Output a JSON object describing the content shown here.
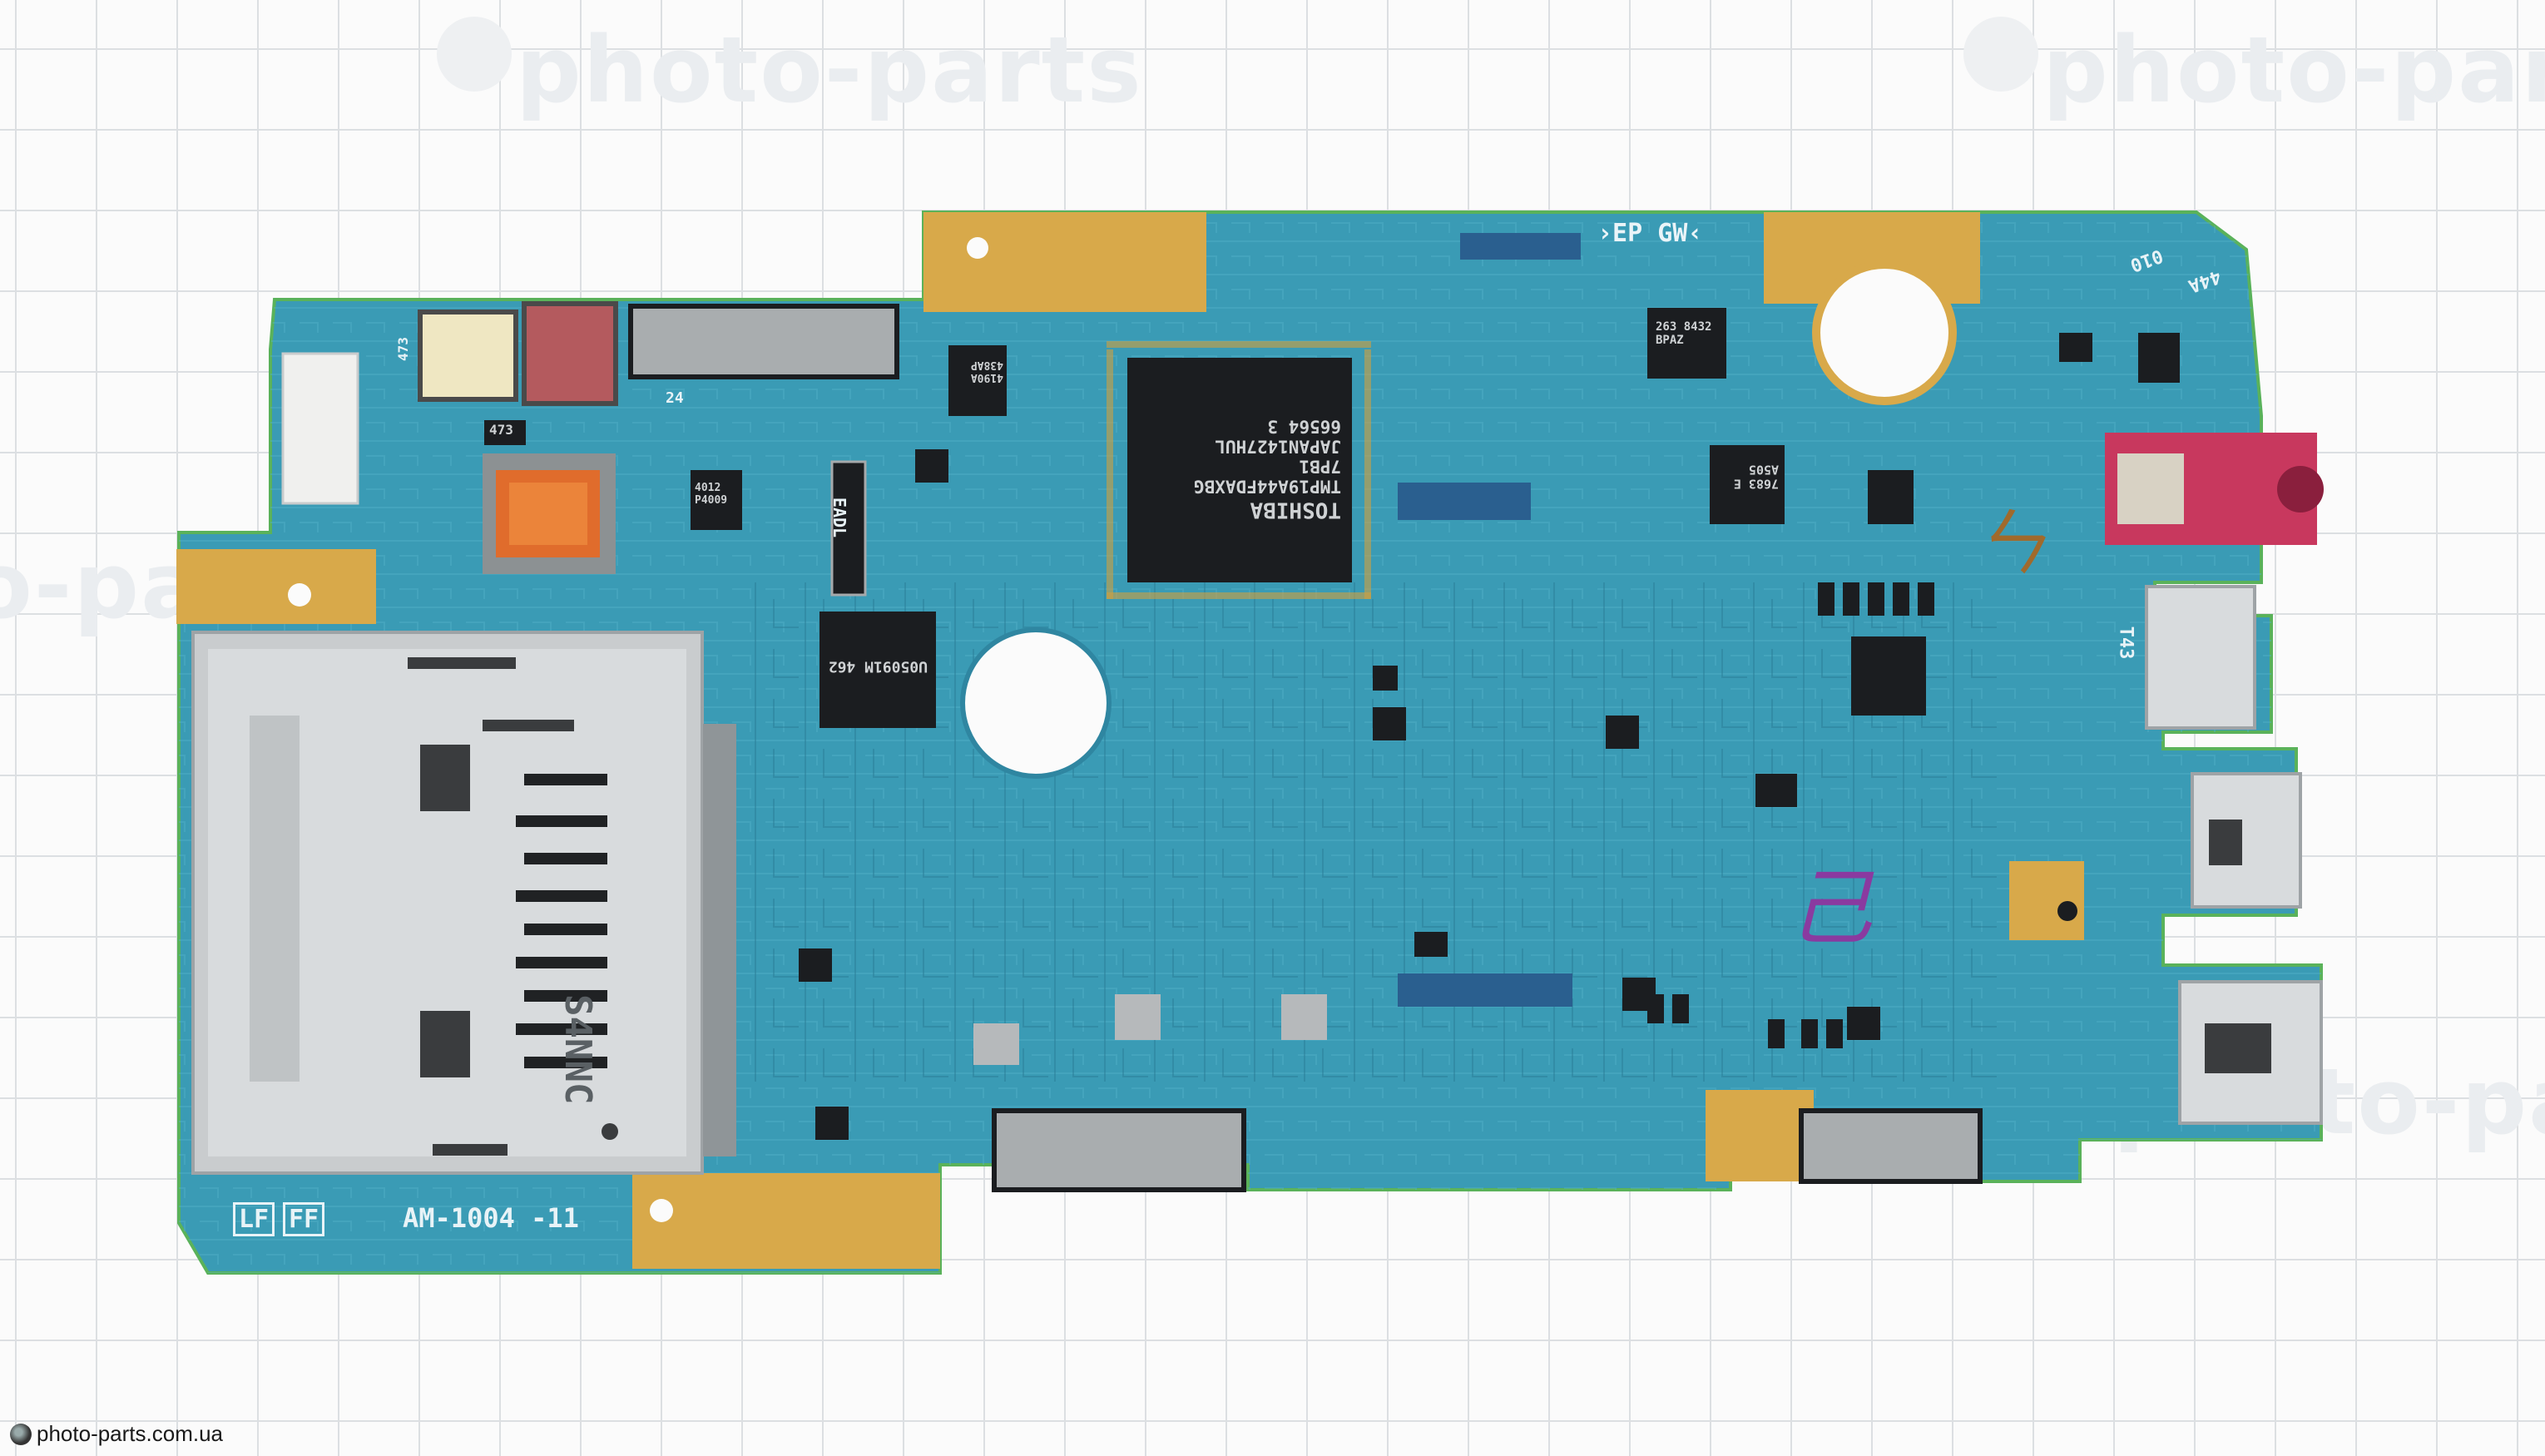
{
  "watermark": {
    "brand": "photo-parts",
    "credit_url": "photo-parts.com.ua"
  },
  "board": {
    "model_label": "AM-1004 -11",
    "trace_label": "›EP GW‹",
    "card_slot_label": "S4NNC",
    "main_chip": {
      "maker": "TOSHIBA",
      "line1": "TMP19A44FDAXBG",
      "line2": "7PB1",
      "line3": "JAPAN1427HUL",
      "line4": "66564 3"
    },
    "chip_b": "U05091M 462",
    "chip_c": "4012 P4009",
    "chip_d": "4190A 438AP",
    "chip_e": "263 8432 BPAZ",
    "chip_f": "7683 E A505",
    "inductor_label": "473",
    "silk_labels": {
      "cap_473": "473",
      "t43": "T43",
      "eadl": "EADL",
      "num_24": "24",
      "num_010": "010",
      "num_44a": "44A"
    },
    "handwritten_marks": [
      "ㄣ",
      "己"
    ],
    "colors": {
      "pcb": "#3a9bb5",
      "pcb_dark": "#2f86a1",
      "gold_pad": "#d8a94a",
      "chip_black": "#1b1d20",
      "silver": "#c9ccce",
      "connector_pink": "#c8385e"
    }
  }
}
